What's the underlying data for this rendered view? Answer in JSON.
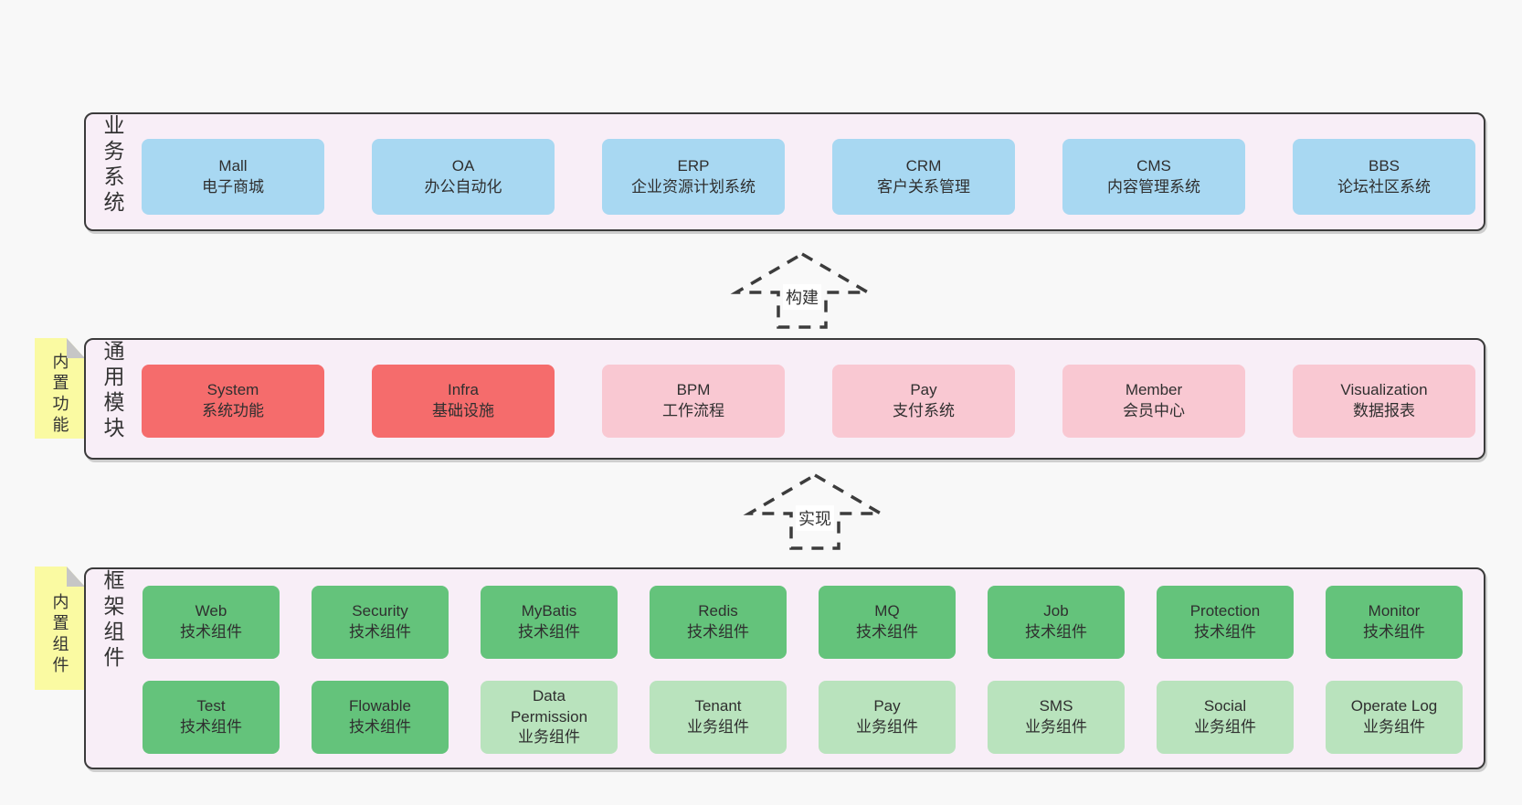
{
  "colors": {
    "page_bg": "#f8f8f8",
    "layer_bg": "#f8eef7",
    "layer_border": "#3b3b3b",
    "box_blue": "#a8d8f2",
    "box_red": "#f56c6c",
    "box_pink": "#f9c8d2",
    "box_green": "#64c37b",
    "box_light_green": "#b9e3bd",
    "tab_yellow": "#fafaa2",
    "text": "#333333"
  },
  "arrows": {
    "build": "构建",
    "implement": "实现"
  },
  "business": {
    "label": "业务系统",
    "items": [
      {
        "name": "Mall",
        "subtitle": "电子商城",
        "variant": "blue"
      },
      {
        "name": "OA",
        "subtitle": "办公自动化",
        "variant": "blue"
      },
      {
        "name": "ERP",
        "subtitle": "企业资源计划系统",
        "variant": "blue"
      },
      {
        "name": "CRM",
        "subtitle": "客户关系管理",
        "variant": "blue"
      },
      {
        "name": "CMS",
        "subtitle": "内容管理系统",
        "variant": "blue"
      },
      {
        "name": "BBS",
        "subtitle": "论坛社区系统",
        "variant": "blue"
      }
    ]
  },
  "modules": {
    "label": "通用模块",
    "tab": "内置功能",
    "items": [
      {
        "name": "System",
        "subtitle": "系统功能",
        "variant": "red"
      },
      {
        "name": "Infra",
        "subtitle": "基础设施",
        "variant": "red"
      },
      {
        "name": "BPM",
        "subtitle": "工作流程",
        "variant": "pink"
      },
      {
        "name": "Pay",
        "subtitle": "支付系统",
        "variant": "pink"
      },
      {
        "name": "Member",
        "subtitle": "会员中心",
        "variant": "pink"
      },
      {
        "name": "Visualization",
        "subtitle": "数据报表",
        "variant": "pink"
      }
    ]
  },
  "components": {
    "label": "框架组件",
    "tab": "内置组件",
    "row1": [
      {
        "name": "Web",
        "subtitle": "技术组件",
        "variant": "green"
      },
      {
        "name": "Security",
        "subtitle": "技术组件",
        "variant": "green"
      },
      {
        "name": "MyBatis",
        "subtitle": "技术组件",
        "variant": "green"
      },
      {
        "name": "Redis",
        "subtitle": "技术组件",
        "variant": "green"
      },
      {
        "name": "MQ",
        "subtitle": "技术组件",
        "variant": "green"
      },
      {
        "name": "Job",
        "subtitle": "技术组件",
        "variant": "green"
      },
      {
        "name": "Protection",
        "subtitle": "技术组件",
        "variant": "green"
      },
      {
        "name": "Monitor",
        "subtitle": "技术组件",
        "variant": "green"
      }
    ],
    "row2": [
      {
        "name": "Test",
        "subtitle": "技术组件",
        "variant": "green"
      },
      {
        "name": "Flowable",
        "subtitle": "技术组件",
        "variant": "green"
      },
      {
        "name": "Data Permission",
        "subtitle": "业务组件",
        "variant": "light-green"
      },
      {
        "name": "Tenant",
        "subtitle": "业务组件",
        "variant": "light-green"
      },
      {
        "name": "Pay",
        "subtitle": "业务组件",
        "variant": "light-green"
      },
      {
        "name": "SMS",
        "subtitle": "业务组件",
        "variant": "light-green"
      },
      {
        "name": "Social",
        "subtitle": "业务组件",
        "variant": "light-green"
      },
      {
        "name": "Operate Log",
        "subtitle": "业务组件",
        "variant": "light-green"
      }
    ]
  }
}
